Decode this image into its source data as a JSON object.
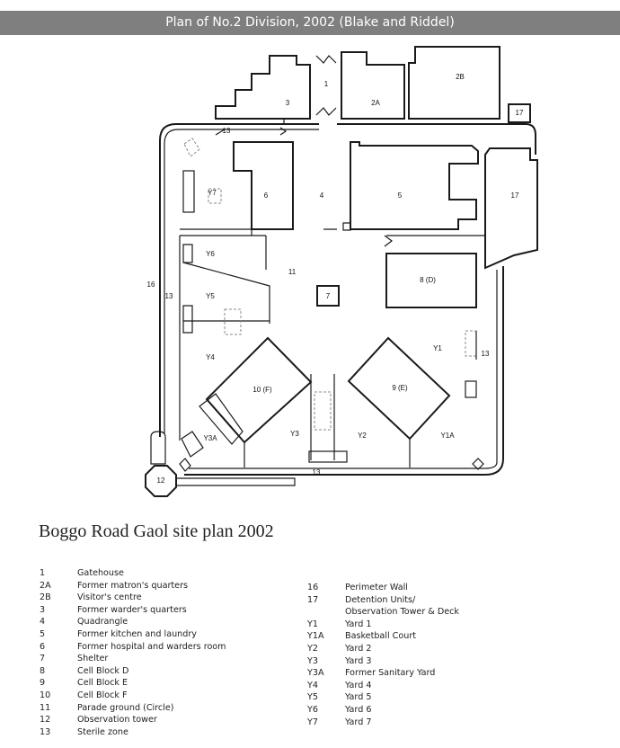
{
  "banner": {
    "title": "Plan of No.2 Division, 2002 (Blake and Riddel)"
  },
  "plan_labels": {
    "gatehouse": "1",
    "matron": "2A",
    "visitors": "2B",
    "warder": "3",
    "quad": "4",
    "kitchen": "5",
    "hospital": "6",
    "shelter": "7",
    "cellD": "8 (D)",
    "cellE": "9 (E)",
    "cellF": "10 (F)",
    "parade": "11",
    "obs_tower": "12",
    "sterile_top": "13",
    "sterile_left": "13",
    "sterile_right": "13",
    "sterile_bottom": "13",
    "perimeter": "16",
    "detention": "17",
    "detention_box": "17",
    "y1": "Y1",
    "y1a": "Y1A",
    "y2": "Y2",
    "y3": "Y3",
    "y3a": "Y3A",
    "y4": "Y4",
    "y5": "Y5",
    "y6": "Y6",
    "y7": "Y7"
  },
  "site_title": "Boggo Road Gaol site plan 2002",
  "legend_left": [
    {
      "code": "1",
      "desc": "Gatehouse"
    },
    {
      "code": "2A",
      "desc": "Former matron's quarters"
    },
    {
      "code": "2B",
      "desc": "Visitor's centre"
    },
    {
      "code": "3",
      "desc": "Former warder's quarters"
    },
    {
      "code": "4",
      "desc": "Quadrangle"
    },
    {
      "code": "5",
      "desc": "Former kitchen and laundry"
    },
    {
      "code": "6",
      "desc": "Former hospital and warders room"
    },
    {
      "code": "7",
      "desc": "Shelter"
    },
    {
      "code": "8",
      "desc": "Cell Block D"
    },
    {
      "code": "9",
      "desc": "Cell Block E"
    },
    {
      "code": "10",
      "desc": "Cell Block F"
    },
    {
      "code": "11",
      "desc": "Parade ground (Circle)"
    },
    {
      "code": "12",
      "desc": "Observation tower"
    },
    {
      "code": "13",
      "desc": "Sterile zone"
    }
  ],
  "legend_right": [
    {
      "code": "16",
      "desc": "Perimeter Wall"
    },
    {
      "code": "17",
      "desc": "Detention Units/"
    },
    {
      "code": "",
      "desc": "Observation Tower & Deck"
    },
    {
      "code": "Y1",
      "desc": "Yard 1"
    },
    {
      "code": "Y1A",
      "desc": "Basketball Court"
    },
    {
      "code": "Y2",
      "desc": "Yard 2"
    },
    {
      "code": "Y3",
      "desc": "Yard 3"
    },
    {
      "code": "Y3A",
      "desc": "Former Sanitary Yard"
    },
    {
      "code": "Y4",
      "desc": "Yard 4"
    },
    {
      "code": "Y5",
      "desc": "Yard 5"
    },
    {
      "code": "Y6",
      "desc": "Yard 6"
    },
    {
      "code": "Y7",
      "desc": "Yard 7"
    }
  ]
}
